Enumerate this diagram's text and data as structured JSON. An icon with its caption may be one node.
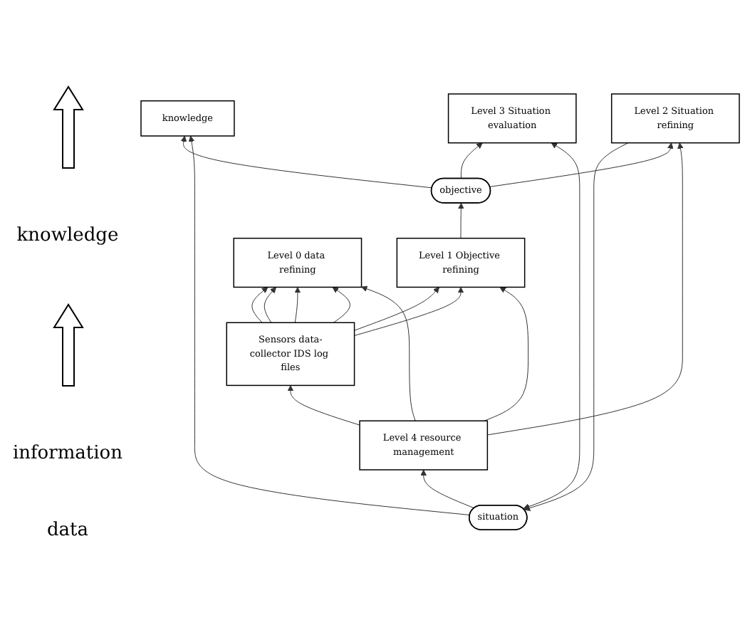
{
  "diagram": {
    "nodes": [
      {
        "text": [
          "knowledge"
        ]
      },
      {
        "text": [
          "situation"
        ]
      },
      {
        "text": [
          "Level 3 Situation evaluation"
        ]
      },
      {
        "text": [
          "Level 2 Situation refining"
        ]
      },
      {
        "text": [
          "Level 4 resource management"
        ]
      },
      {
        "text": [
          "objective"
        ]
      },
      {
        "text": [
          "Level 1 Objective refining"
        ]
      },
      {
        "text": [
          "Level 0 data refining"
        ]
      },
      {
        "text": [
          "Sensors data-collector IDS log files"
        ]
      }
    ],
    "edges": [
      {
        "from": 1,
        "to": 0,
        "arrow": "to"
      },
      {
        "from": 1,
        "to": 2,
        "arrow": "both"
      },
      {
        "from": 1,
        "to": 4,
        "arrow": "to"
      },
      {
        "from": 3,
        "to": 1,
        "arrow": "to"
      },
      {
        "from": 4,
        "to": 3,
        "arrow": "to"
      },
      {
        "from": 5,
        "to": 3,
        "arrow": "to"
      },
      {
        "from": 5,
        "to": 2,
        "arrow": "to"
      },
      {
        "from": 5,
        "to": 0,
        "arrow": "to"
      },
      {
        "from": 6,
        "to": 5,
        "arrow": "to"
      },
      {
        "from": 4,
        "to": 6,
        "arrow": "to"
      },
      {
        "from": 4,
        "to": 7,
        "arrow": "to"
      },
      {
        "from": 4,
        "to": 8,
        "arrow": "to"
      },
      {
        "from": 8,
        "to": 7,
        "arrow": "to"
      },
      {
        "from": 8,
        "to": 7,
        "arrow": "to"
      },
      {
        "from": 8,
        "to": 7,
        "arrow": "to"
      },
      {
        "from": 8,
        "to": 7,
        "arrow": "to"
      },
      {
        "from": 8,
        "to": 6,
        "arrow": "to"
      },
      {
        "from": 8,
        "to": 6,
        "arrow": "to"
      }
    ],
    "labels": [
      "knowledge",
      "information",
      "data"
    ]
  }
}
